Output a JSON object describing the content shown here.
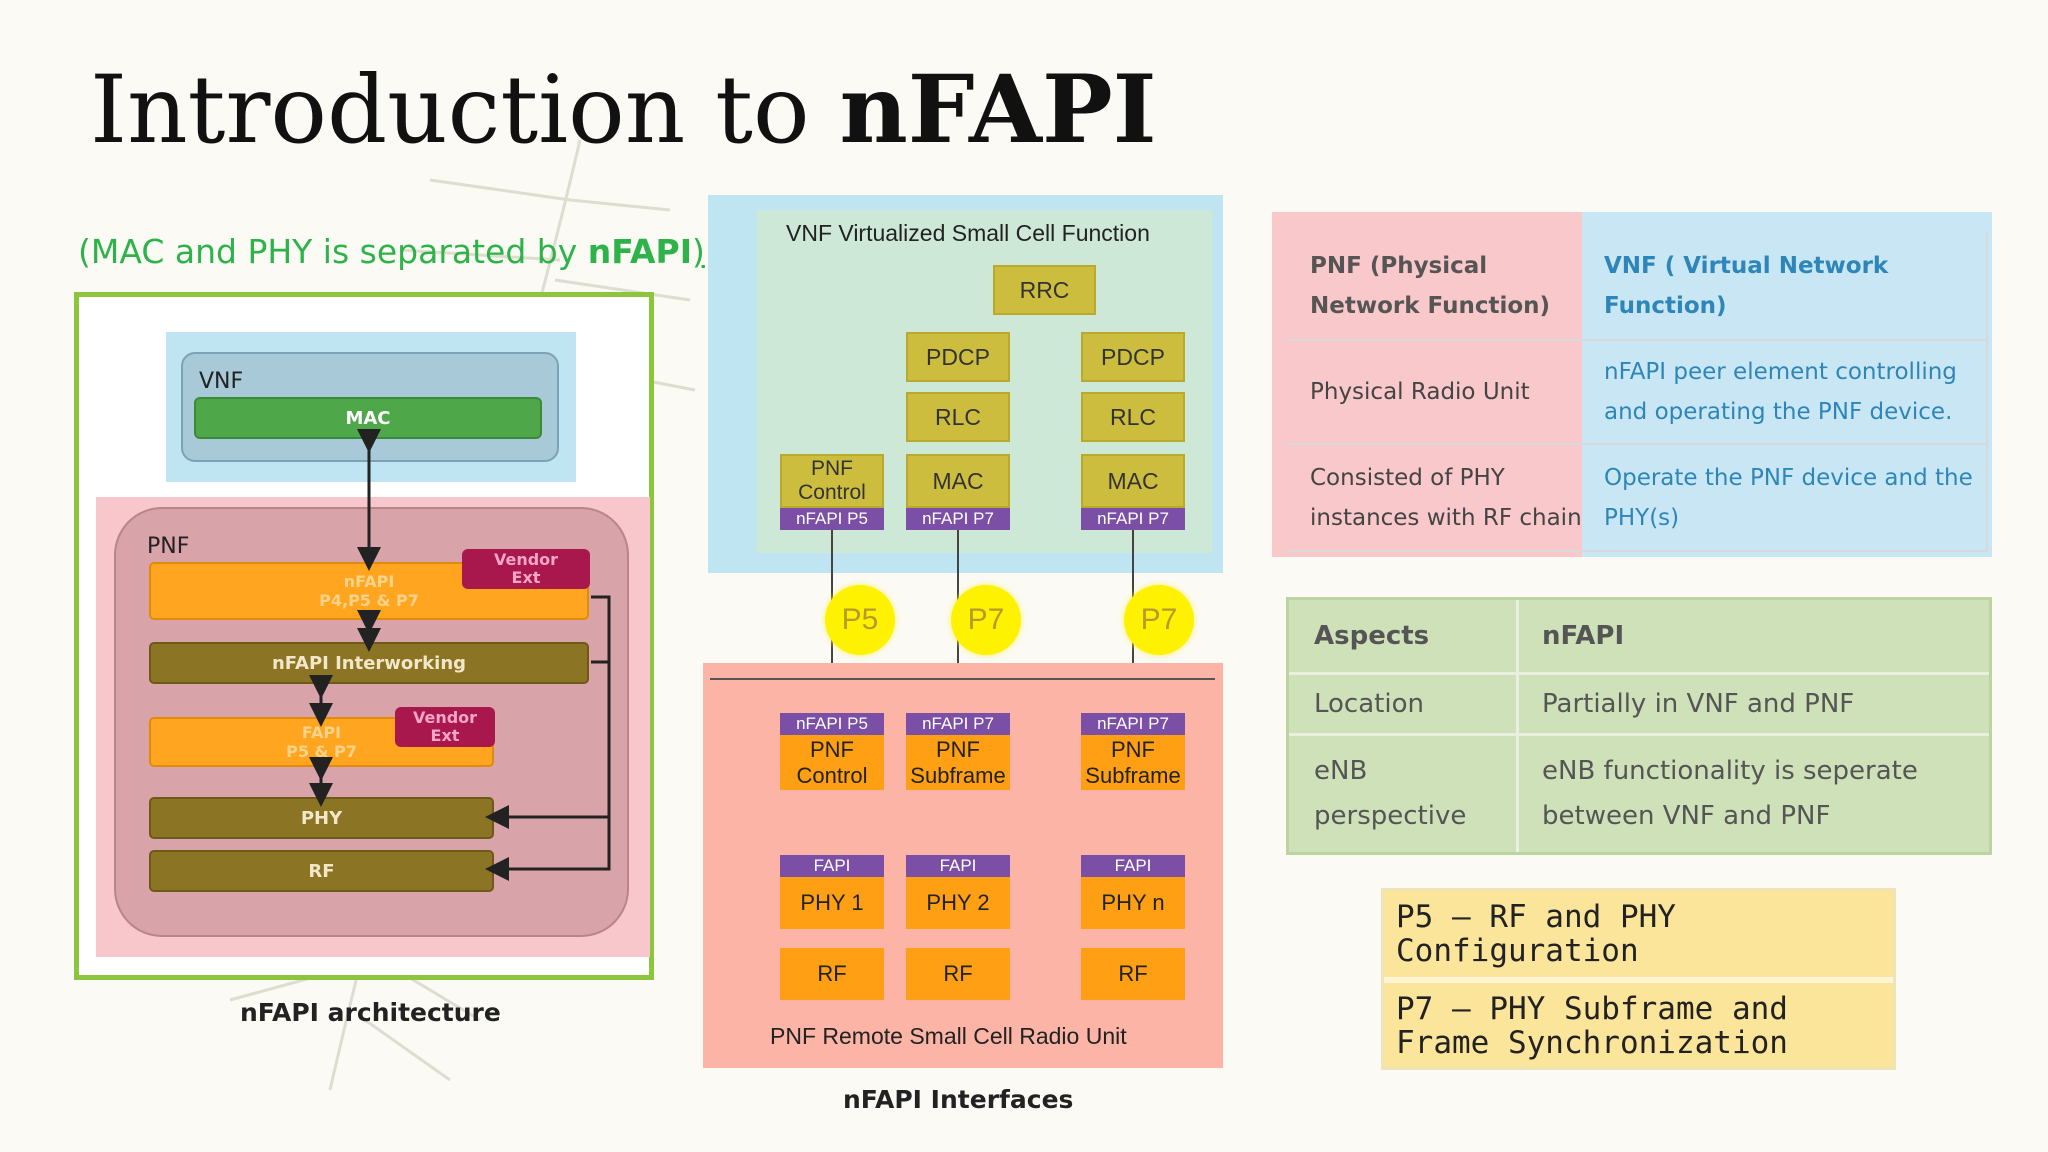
{
  "slide": {
    "title_prefix": "Introduction to ",
    "title_bold": "nFAPI",
    "subtitle_a": "(MAC and PHY is separated by ",
    "subtitle_b": "nFAPI",
    "subtitle_c": ")"
  },
  "architecture": {
    "vnf_label": "VNF",
    "mac_label": "MAC",
    "pnf_label": "PNF",
    "nfapi_block": [
      "nFAPI",
      "P4,P5 & P7"
    ],
    "vendor_ext": [
      "Vendor",
      "Ext"
    ],
    "interworking": "nFAPI Interworking",
    "fapi_block": [
      "FAPI",
      "P5 & P7"
    ],
    "phy_label": "PHY",
    "rf_label": "RF",
    "caption": "nFAPI architecture"
  },
  "interfaces": {
    "vnf_title": "VNF  Virtualized  Small  Cell  Function",
    "rrc": "RRC",
    "pdcp": "PDCP",
    "rlc": "RLC",
    "mac": "MAC",
    "pnf_control": [
      "PNF",
      "Control"
    ],
    "nfapi_p5": "nFAPI P5",
    "nfapi_p7": "nFAPI P7",
    "p5": "P5",
    "p7": "P7",
    "pnf_subframe": [
      "PNF",
      "Subframe"
    ],
    "fapi": "FAPI",
    "phy1": "PHY 1",
    "phy2": "PHY 2",
    "phyn": "PHY n",
    "rf": "RF",
    "pnf_title": "PNF  Remote  Small  Cell  Radio  Unit",
    "caption": "nFAPI Interfaces"
  },
  "compare_table": {
    "pnf_header": [
      "PNF (Physical",
      "Network Function)"
    ],
    "vnf_header": "VNF ( Virtual Network Function)",
    "rows": [
      {
        "pnf": [
          "Physical Radio Unit"
        ],
        "vnf": [
          "nFAPI peer element controlling",
          "and operating the PNF device."
        ]
      },
      {
        "pnf": [
          "Consisted of PHY",
          "instances with RF chain"
        ],
        "vnf": [
          "Operate the PNF device and the",
          "PHY(s)"
        ]
      }
    ]
  },
  "aspects_table": {
    "h1": "Aspects",
    "h2": "nFAPI",
    "rows": [
      {
        "a": [
          "Location"
        ],
        "b": [
          "Partially in VNF and PNF"
        ]
      },
      {
        "a": [
          "eNB",
          "perspective"
        ],
        "b": [
          "eNB functionality is seperate",
          "between VNF and PNF"
        ]
      }
    ]
  },
  "legend": {
    "p5": [
      "P5 – RF and PHY",
      "Configuration"
    ],
    "p7": [
      "P7 – PHY Subframe and",
      "Frame Synchronization"
    ]
  },
  "colors": {
    "accent_green": "#2db34a",
    "frame_green": "#8cc63f",
    "pnf_pink": "#f9c8ca",
    "vnf_blue": "#c9e6f4",
    "olive": "#8b7424",
    "orange": "#ffa51f",
    "purple": "#7b4fa6"
  }
}
